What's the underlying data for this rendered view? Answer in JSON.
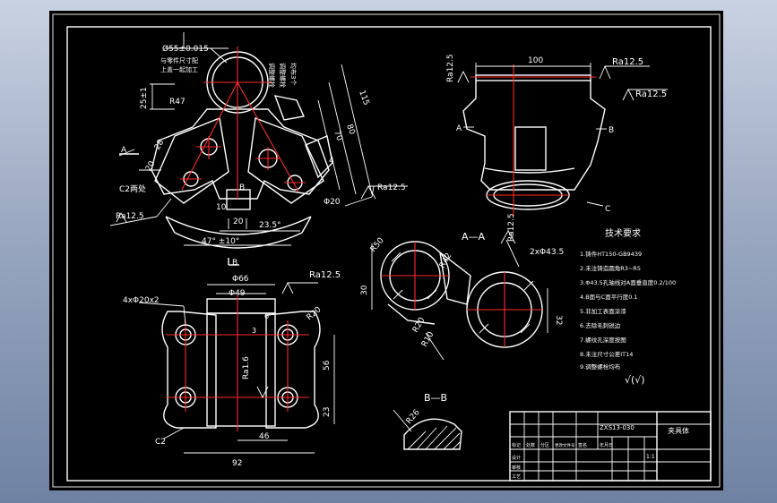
{
  "labels": {
    "main_view": {
      "tol_dia": "Ø55±0.015",
      "note1": "与零件尺寸配",
      "note2": "上盖一起加工",
      "note_side1": "调整螺栓",
      "note_side2": "调整螺栓",
      "note_side3": "均布3个",
      "dim_25": "25±1",
      "r47": "R47",
      "d115": "115",
      "d80": "80",
      "d70": "70",
      "d28": "28",
      "d20a": "20",
      "d20b": "20",
      "d10": "10",
      "d4": "4",
      "ang_23": "23.5°",
      "ang_47": "47° ±10°",
      "c2": "C2两处",
      "a_mark": "A",
      "b_mark": "B",
      "b_under": "B",
      "ra_left": "Ra12.5",
      "ra_right": "Ra12.5",
      "phi20": "Φ20"
    },
    "top_right": {
      "d100": "100",
      "ra1": "Ra12.5",
      "ra2": "Ra12.5",
      "ra3": "Ra12.5",
      "a": "A",
      "b": "B",
      "c": "C"
    },
    "section_aa": {
      "title": "A—A",
      "r50": "R50",
      "r42": "R42",
      "r20": "R20",
      "r10": "R10",
      "ra": "Ra12.5",
      "d30": "30",
      "d32": "32",
      "hole": "2xΦ43.5"
    },
    "bottom_left": {
      "holes": "4xΦ20x2",
      "phi66": "Φ66",
      "phi49": "Φ49",
      "ra_top": "Ra12.5",
      "ra_mid": "Ra1.6",
      "r20": "R20",
      "d56": "56",
      "d23": "23",
      "d46": "46",
      "d92": "92",
      "c2": "C2",
      "d6": "6",
      "d3": "3"
    },
    "section_bb": {
      "title": "B—B",
      "r26": "R26"
    },
    "tech": {
      "title": "技术要求",
      "items": [
        "1.铸件HT150-GB9439",
        "2.未注铸造圆角R3~R5",
        "3.Φ43.5孔轴线对A面垂直度0.2/100",
        "4.B面与C面平行度0.1",
        "5.非加工表面涂漆",
        "6.去除毛刺锐边",
        "7.螺纹孔深度按图",
        "8.未注尺寸公差IT14",
        "9.调整螺栓均布"
      ],
      "checkmark": "√(√)"
    },
    "title_block": {
      "drawing_no": "ZXS13-030",
      "part_name": "夹具体",
      "scale": "1:1",
      "row_labels": [
        "标记",
        "设计",
        "审核",
        "工艺"
      ],
      "col_labels": [
        "处数",
        "分区",
        "更改文件号",
        "签名",
        "年月日"
      ]
    }
  }
}
